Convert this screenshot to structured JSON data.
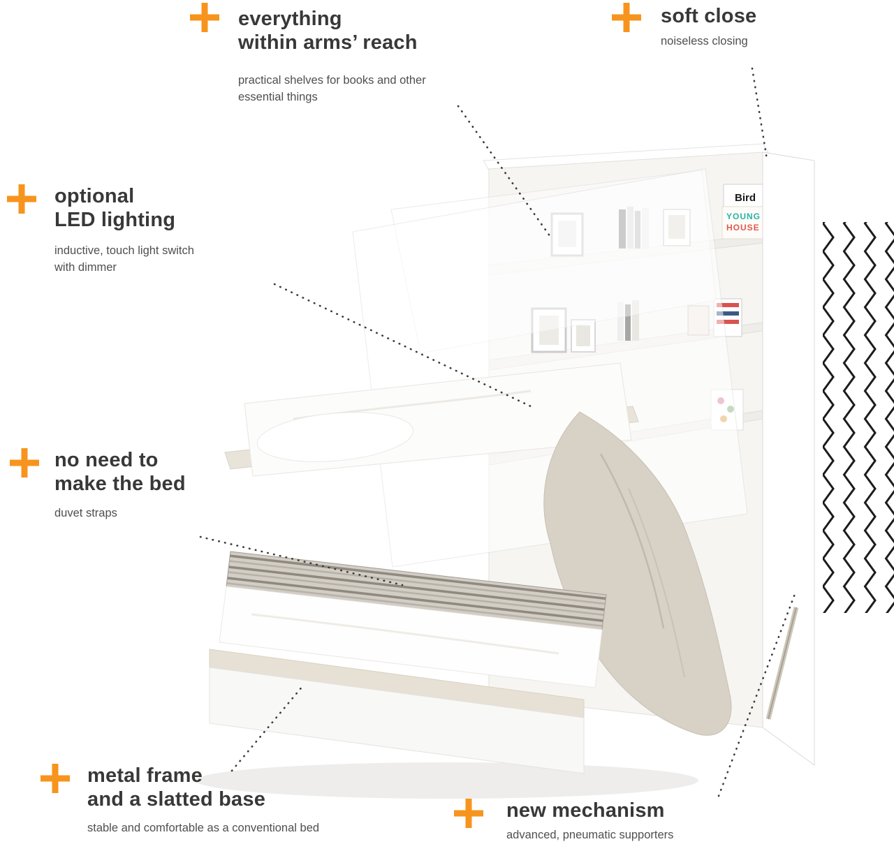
{
  "colors": {
    "accent": "#F7941E",
    "title_text": "#383838",
    "desc_text": "#4f4f4f",
    "line": "#3a3a3a",
    "zigzag": "#1c1c1c"
  },
  "features": [
    {
      "id": "arms-reach",
      "title": "everything\nwithin arms’ reach",
      "description": "practical shelves for books and other\nessential things"
    },
    {
      "id": "soft-close",
      "title": "soft close",
      "description": "noiseless closing"
    },
    {
      "id": "led-lighting",
      "title": "optional\nLED lighting",
      "description": "inductive, touch light switch\nwith dimmer"
    },
    {
      "id": "make-the-bed",
      "title": "no need to\nmake the bed",
      "description": "duvet straps"
    },
    {
      "id": "metal-frame",
      "title": "metal frame\nand a slatted base",
      "description": "stable and comfortable as a conventional bed"
    },
    {
      "id": "new-mechanism",
      "title": "new mechanism",
      "description": "advanced, pneumatic supporters"
    }
  ],
  "illustration": {
    "book_titles": [
      "Bird",
      "YOUNG",
      "HOUSE"
    ]
  }
}
